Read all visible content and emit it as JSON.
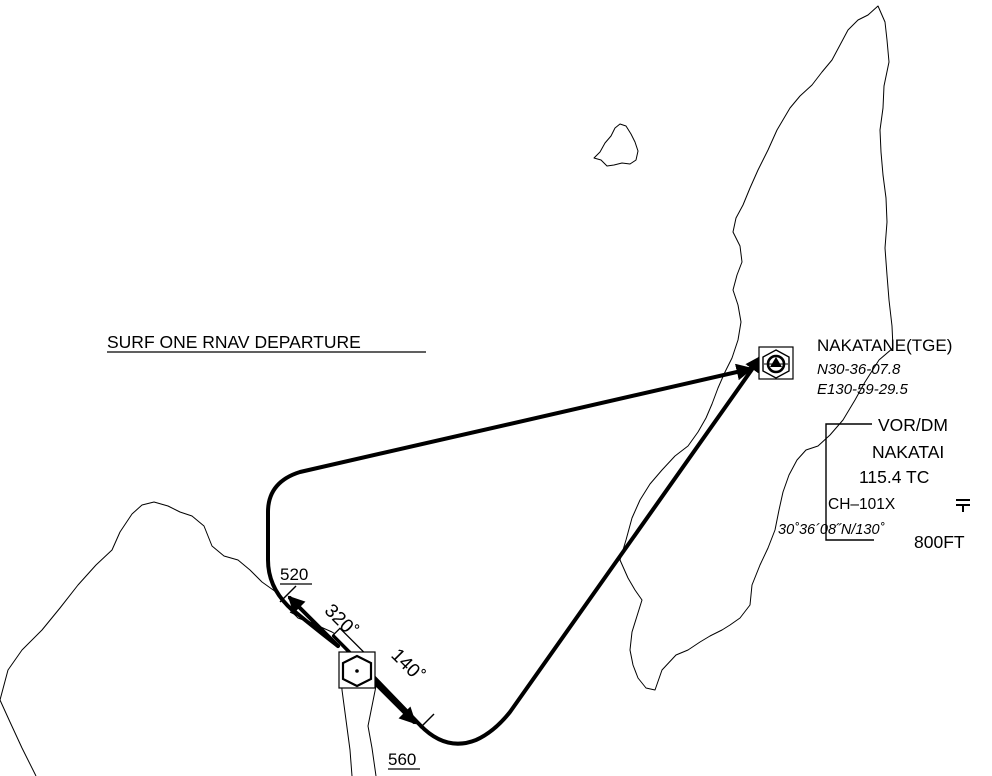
{
  "procedure": {
    "title": "SURF ONE RNAV DEPARTURE"
  },
  "fix": {
    "name": "NAKATANE(TGE)",
    "lat": "N30-36-07.8",
    "lon": "E130-59-29.5"
  },
  "navaid_box": {
    "type": "VOR/DM",
    "name": "NAKATAI",
    "freq": "115.4  TC",
    "channel": "CH–101X",
    "coords": "30˚36´08˝N/130˚",
    "elevation": "800FT"
  },
  "departure": {
    "course_out": "320˚",
    "course_in": "140˚",
    "label_upper": "520",
    "label_lower": "560"
  }
}
